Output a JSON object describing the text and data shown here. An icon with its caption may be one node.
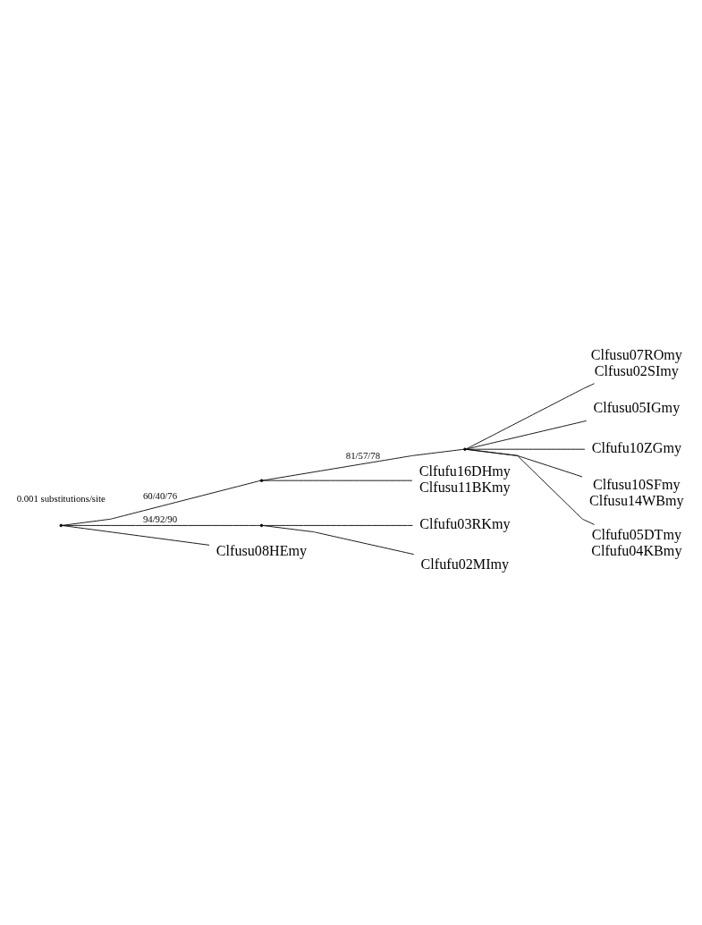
{
  "diagram": {
    "nodes": [
      {
        "text": [],
        "shape": "point"
      },
      {
        "text": [],
        "shape": "point"
      },
      {
        "text": [],
        "shape": "point"
      },
      {
        "text": [
          "Clfusu07ROmy",
          "Clfusu02SImy"
        ]
      },
      {
        "text": [
          "Clfusu05IGmy"
        ]
      },
      {
        "text": [
          "Clfufu10ZGmy"
        ]
      },
      {
        "text": [
          "Clfusu10SFmy",
          "Clfusu14WBmy"
        ]
      },
      {
        "text": [
          "Clfufu05DTmy",
          "Clfufu04KBmy"
        ]
      },
      {
        "text": [
          "Clfufu16DHmy",
          "Clfusu11BKmy"
        ]
      },
      {
        "text": [],
        "shape": "point"
      },
      {
        "text": [
          "Clfufu03RKmy"
        ]
      },
      {
        "text": [
          "Clfufu02MImy"
        ]
      },
      {
        "text": [
          "Clfusu08HEmy"
        ]
      }
    ],
    "edges": [
      {
        "from": 0,
        "to": 1,
        "arrow": "none",
        "label": "60/40/76"
      },
      {
        "from": 1,
        "to": 2,
        "arrow": "none",
        "label": "81/57/78"
      },
      {
        "from": 2,
        "to": 3,
        "arrow": "none"
      },
      {
        "from": 2,
        "to": 4,
        "arrow": "none"
      },
      {
        "from": 2,
        "to": 5,
        "arrow": "none"
      },
      {
        "from": 2,
        "to": 6,
        "arrow": "none"
      },
      {
        "from": 2,
        "to": 7,
        "arrow": "none"
      },
      {
        "from": 1,
        "to": 8,
        "arrow": "none"
      },
      {
        "from": 0,
        "to": 9,
        "arrow": "none",
        "label": "94/92/90"
      },
      {
        "from": 9,
        "to": 10,
        "arrow": "none"
      },
      {
        "from": 9,
        "to": 11,
        "arrow": "none"
      },
      {
        "from": 0,
        "to": 12,
        "arrow": "none"
      }
    ],
    "labels": [
      "0.001 substitutions/site"
    ]
  }
}
